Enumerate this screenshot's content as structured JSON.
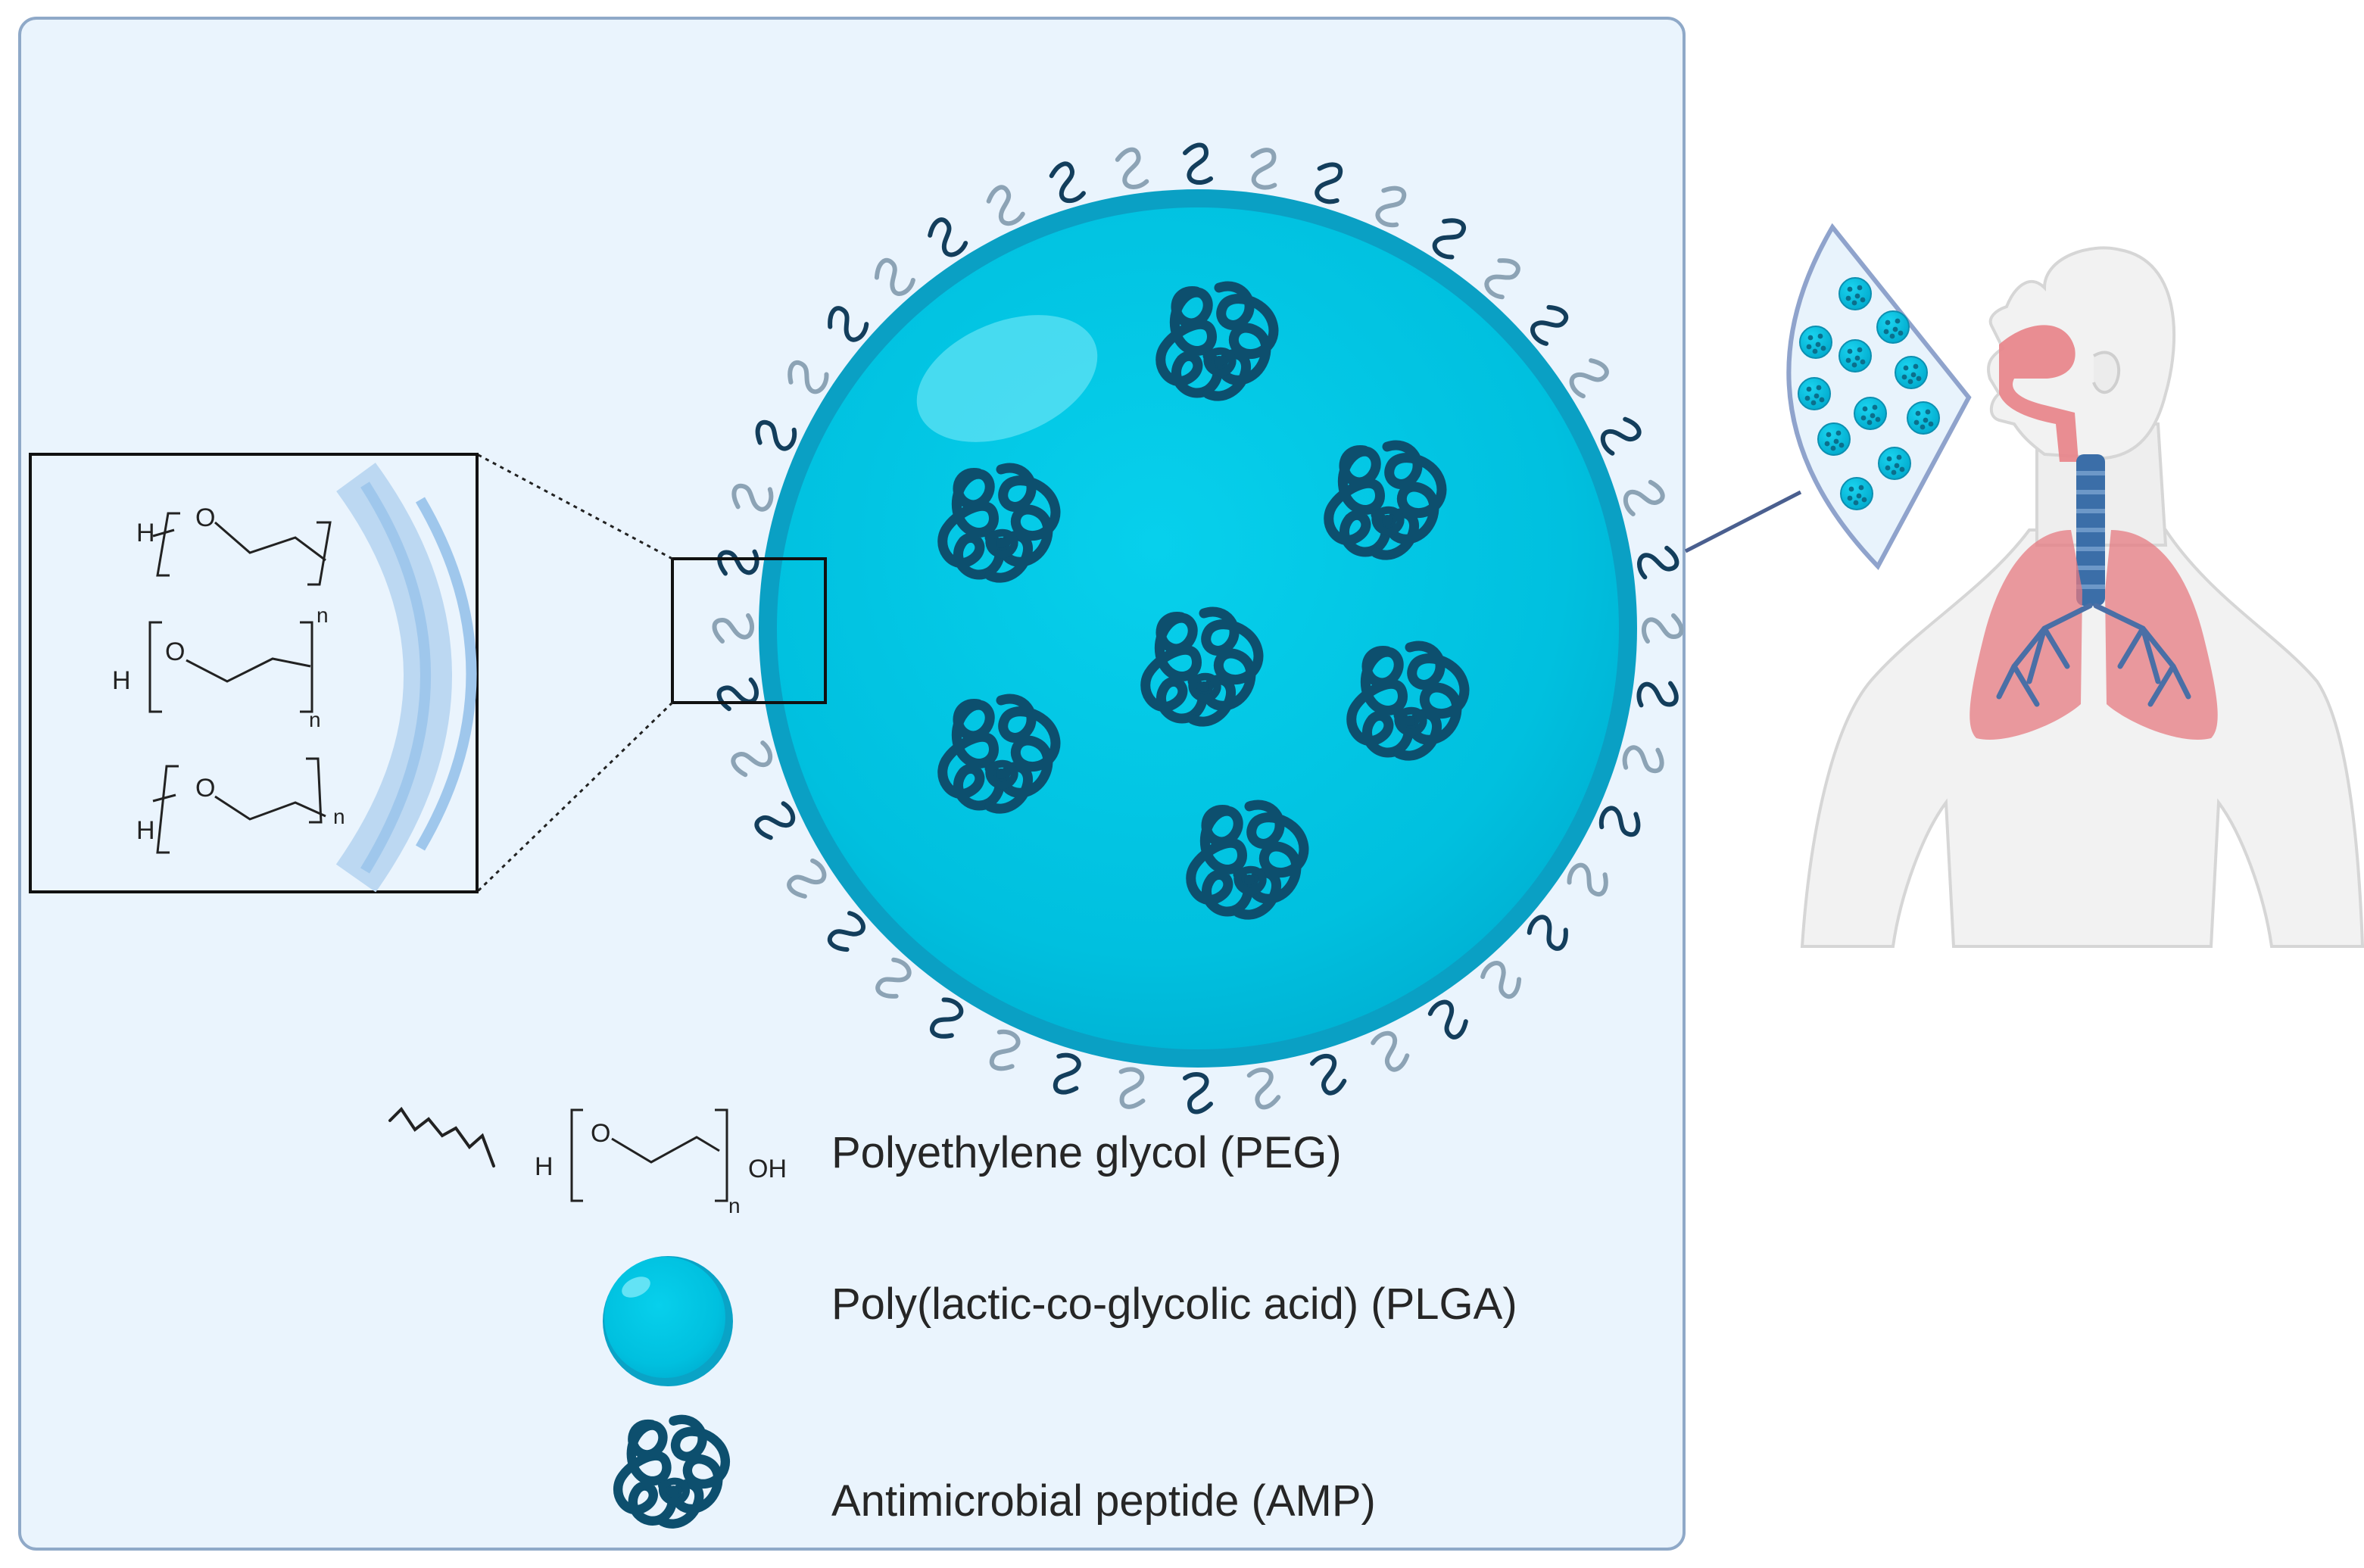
{
  "figure": {
    "panel_bg": "#eaf4fd",
    "panel_border": "#8fa9c8",
    "particle_color": "#00c2e0",
    "particle_rim": "#0aa0c4",
    "peptide_color": "#0d4f6e",
    "peg_color": "#133e5c",
    "peg_alt_color": "#8ca3b5"
  },
  "inset": {
    "atom_h": "H",
    "atom_o": "O",
    "subscript_n": "n"
  },
  "legend": {
    "peg_label": "Polyethylene glycol (PEG)",
    "plga_label": "Poly(lactic-co-glycolic acid) (PLGA)",
    "amp_label": "Antimicrobial peptide (AMP)",
    "peg_formula": {
      "h": "H",
      "o": "O",
      "oh": "OH",
      "n": "n"
    }
  },
  "body_icon": {
    "skin": "#f2f2f2",
    "outline": "#d6d6d6",
    "lung_color": "#e57a80",
    "airway_color": "#e8878c",
    "trachea_color": "#3b6ea8"
  }
}
